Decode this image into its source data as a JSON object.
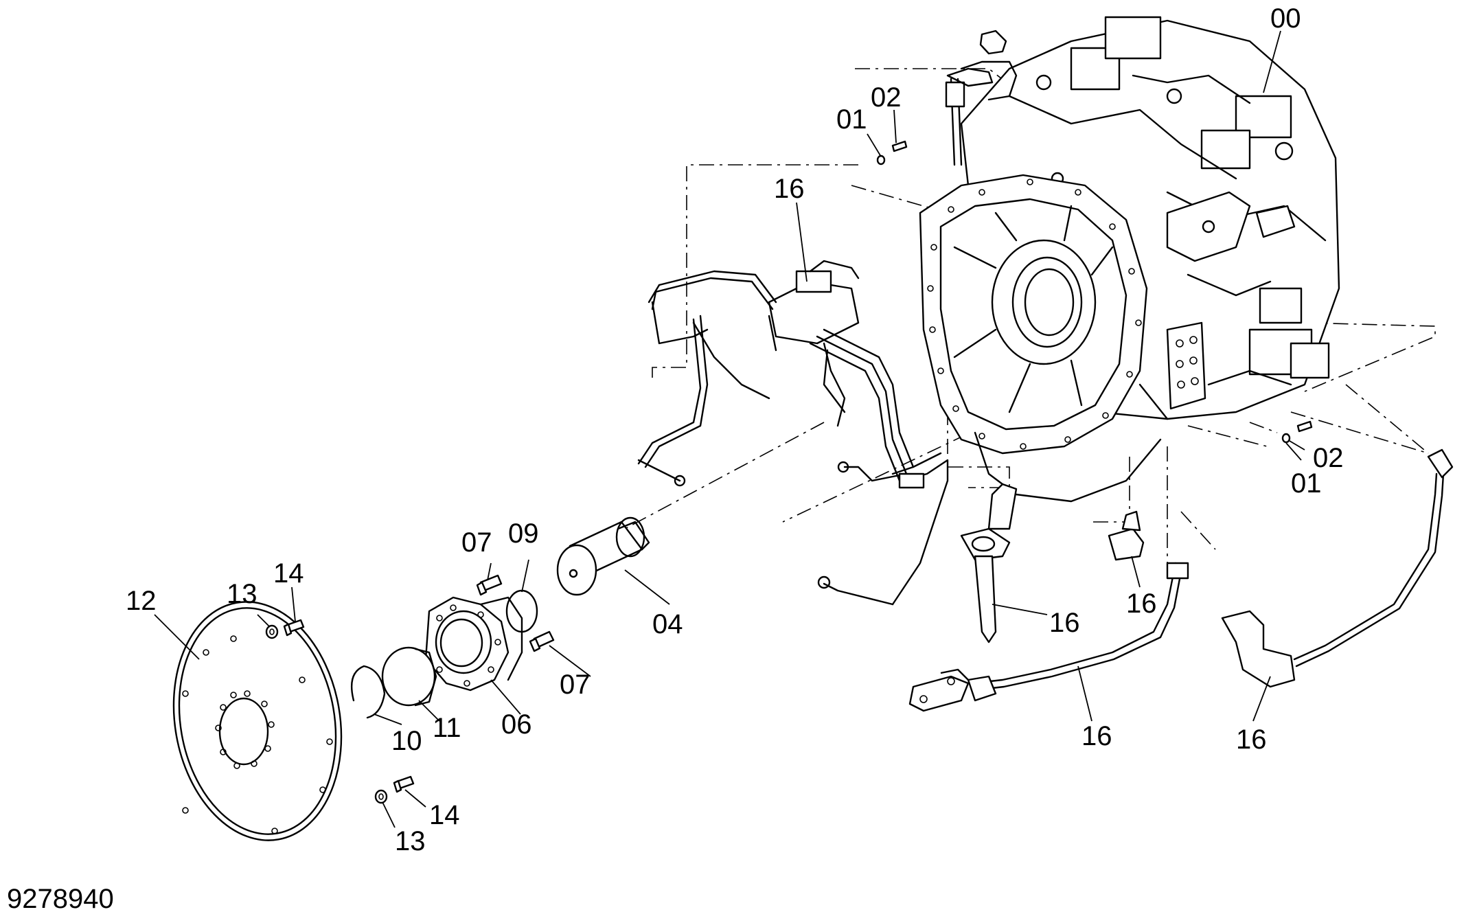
{
  "drawing_number": "9278940",
  "callouts": {
    "c00": "00",
    "c01a": "01",
    "c02a": "02",
    "c01b": "01",
    "c02b": "02",
    "c04": "04",
    "c06": "06",
    "c07a": "07",
    "c07b": "07",
    "c09": "09",
    "c10": "10",
    "c11": "11",
    "c12": "12",
    "c13a": "13",
    "c13b": "13",
    "c14a": "14",
    "c14b": "14",
    "c16a": "16",
    "c16b": "16",
    "c16c": "16",
    "c16d": "16",
    "c16e": "16"
  }
}
